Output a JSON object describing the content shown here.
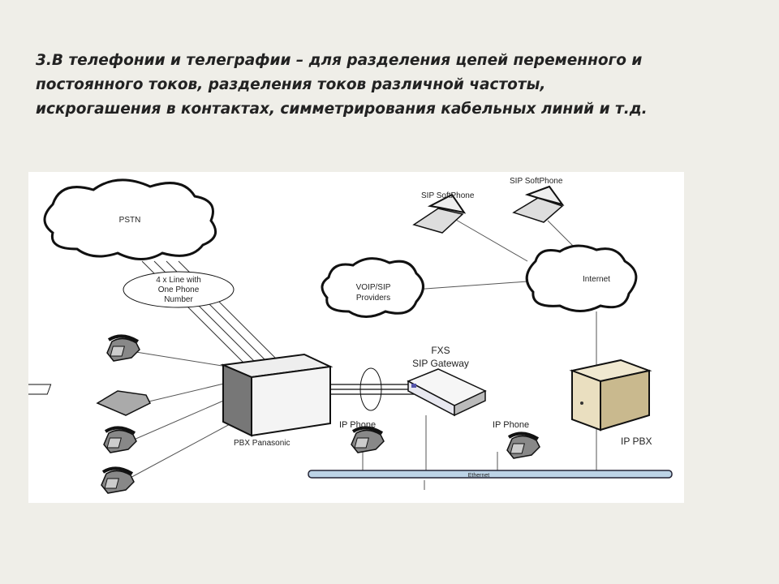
{
  "heading": {
    "lines": [
      "3.В телефонии и телеграфии – для разделения цепей переменного и",
      "постоянного токов, разделения токов различной частоты,",
      "искрогашения в контактах, симметрирования кабельных линий и т.д."
    ]
  },
  "diagram": {
    "pstn": "PSTN",
    "lines_label": [
      "4 x Line with",
      "One Phone",
      "Number"
    ],
    "voip_providers": [
      "VOIP/SIP",
      "Providers"
    ],
    "internet": "Internet",
    "softphone_1": "SIP SoftPhone",
    "softphone_2": "SIP SoftPhone",
    "gateway": [
      "FXS",
      "SIP Gateway"
    ],
    "pbx": "PBX Panasonic",
    "ip_phone_1": "IP Phone",
    "ip_phone_2": "IP Phone",
    "ip_pbx": "IP PBX",
    "ethernet": "Ethernet"
  }
}
